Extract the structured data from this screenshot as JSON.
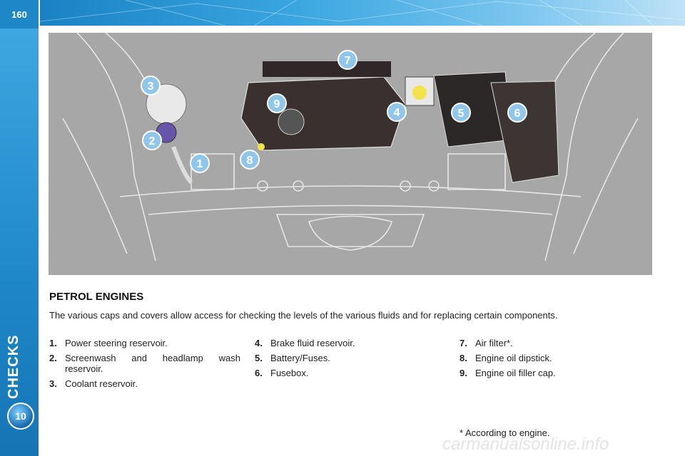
{
  "page": {
    "number": "160",
    "section": "CHECKS",
    "chapter": "10"
  },
  "heading": "PETROL ENGINES",
  "intro": "The various caps and covers allow access for checking the levels of the various fluids and for replacing certain components.",
  "callouts": [
    {
      "n": "1",
      "label": "Power steering reservoir."
    },
    {
      "n": "2",
      "label": "Screenwash and headlamp wash reservoir."
    },
    {
      "n": "3",
      "label": "Coolant reservoir."
    },
    {
      "n": "4",
      "label": "Brake fluid reservoir."
    },
    {
      "n": "5",
      "label": "Battery/Fuses."
    },
    {
      "n": "6",
      "label": "Fusebox."
    },
    {
      "n": "7",
      "label": "Air filter*."
    },
    {
      "n": "8",
      "label": "Engine oil dipstick."
    },
    {
      "n": "9",
      "label": "Engine oil filler cap."
    }
  ],
  "footnote": "* According to engine.",
  "watermark": "carmanualsonline.info",
  "colors": {
    "accent": "#1e87c8",
    "callout_bubble": "#8fc6ea",
    "illustration_bg": "#a7a7a7"
  }
}
